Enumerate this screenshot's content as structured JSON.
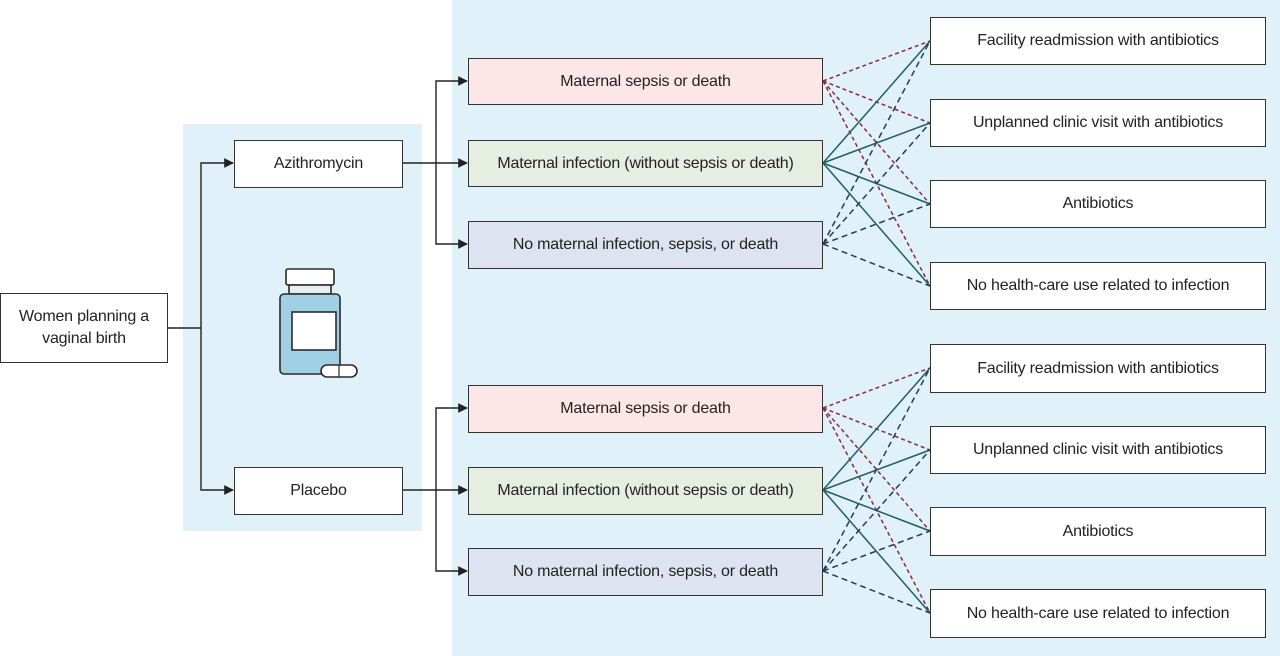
{
  "diagram": {
    "start": "Women planning a vaginal birth",
    "arms": [
      {
        "label": "Azithromycin",
        "outcomes": [
          "Maternal sepsis or death",
          "Maternal infection (without sepsis or death)",
          "No maternal infection, sepsis, or death"
        ],
        "healthcare": [
          "Facility readmission with antibiotics",
          "Unplanned clinic visit with antibiotics",
          "Antibiotics",
          "No health-care use related to infection"
        ]
      },
      {
        "label": "Placebo",
        "outcomes": [
          "Maternal sepsis or death",
          "Maternal infection (without sepsis or death)",
          "No maternal infection, sepsis, or death"
        ],
        "healthcare": [
          "Facility readmission with antibiotics",
          "Unplanned clinic visit with antibiotics",
          "Antibiotics",
          "No health-care use related to infection"
        ]
      }
    ],
    "colors": {
      "panel": "#e0f1f9",
      "sepsis_fill": "#fde6e8",
      "infection_fill": "#e6eee2",
      "none_fill": "#dde3f0",
      "sepsis_link": "#8b2a3a",
      "infection_link": "#1f5e63",
      "none_link": "#243b5e",
      "bottle": "#9fd0e3"
    },
    "icons": [
      "medicine-bottle-icon",
      "pill-icon"
    ]
  }
}
